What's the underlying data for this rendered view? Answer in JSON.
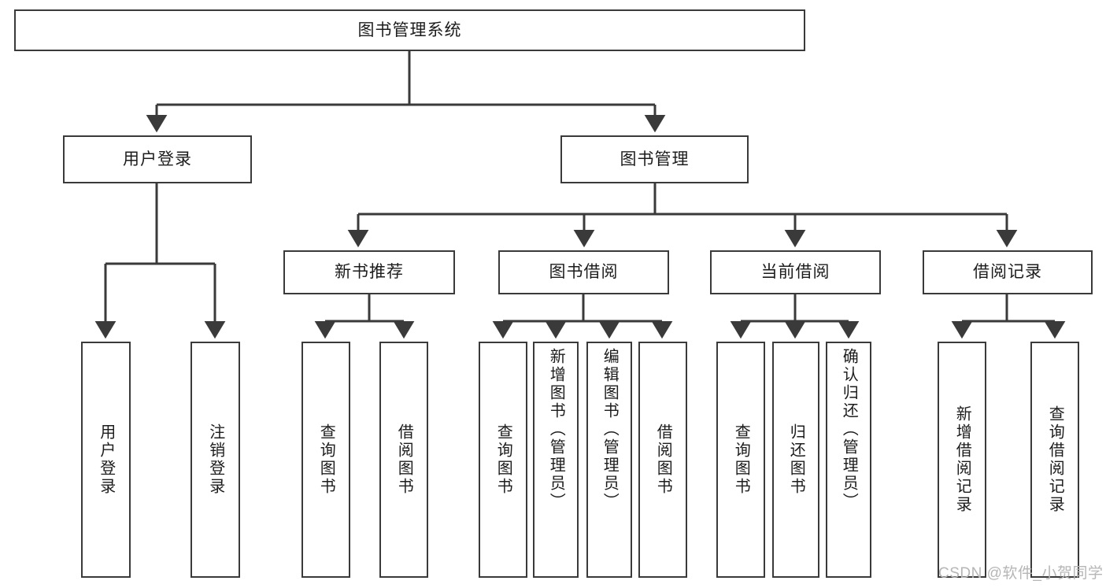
{
  "diagram": {
    "type": "tree-hierarchy",
    "title": "图书管理系统",
    "watermark": "CSDN @软件_小贺同学",
    "colors": {
      "stroke": "#3a3a3a",
      "fill": "#ffffff",
      "text": "#1c1c1c",
      "watermark": "#b6b6b6"
    },
    "levels": {
      "root": {
        "label": "图书管理系统"
      },
      "level2": [
        {
          "label": "用户登录"
        },
        {
          "label": "图书管理"
        }
      ],
      "level3": [
        {
          "label": "新书推荐"
        },
        {
          "label": "图书借阅"
        },
        {
          "label": "当前借阅"
        },
        {
          "label": "借阅记录"
        }
      ],
      "leaves": [
        {
          "label": "用户登录",
          "parent": "用户登录"
        },
        {
          "label": "注销登录",
          "parent": "用户登录"
        },
        {
          "label": "查询图书",
          "parent": "新书推荐"
        },
        {
          "label": "借阅图书",
          "parent": "新书推荐"
        },
        {
          "label": "查询图书",
          "parent": "图书借阅"
        },
        {
          "label": "新增图书（管理员）",
          "parent": "图书借阅"
        },
        {
          "label": "编辑图书（管理员）",
          "parent": "图书借阅"
        },
        {
          "label": "借阅图书",
          "parent": "图书借阅"
        },
        {
          "label": "查询图书",
          "parent": "当前借阅"
        },
        {
          "label": "归还图书",
          "parent": "当前借阅"
        },
        {
          "label": "确认归还（管理员）",
          "parent": "当前借阅"
        },
        {
          "label": "新增借阅记录",
          "parent": "借阅记录"
        },
        {
          "label": "查询借阅记录",
          "parent": "借阅记录"
        }
      ]
    }
  }
}
